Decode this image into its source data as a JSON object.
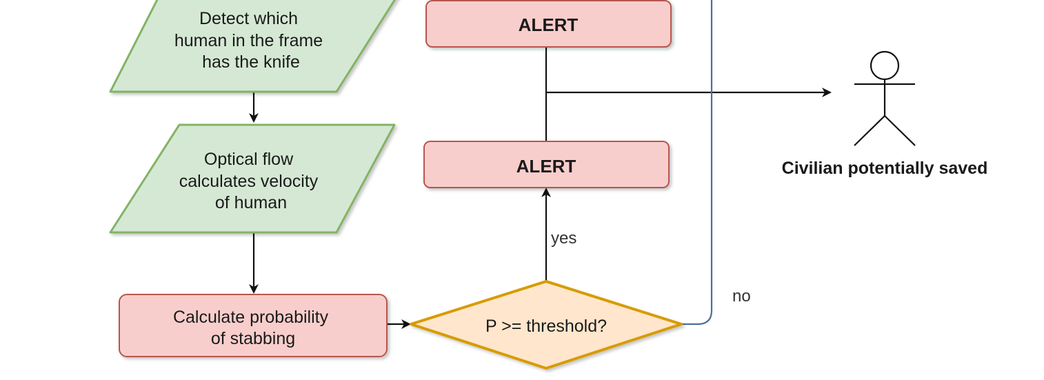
{
  "colors": {
    "green_fill": "#d5e8d4",
    "green_stroke": "#82b366",
    "red_fill": "#f8cecc",
    "red_stroke": "#b85450",
    "diamond_fill": "#ffe6cc",
    "diamond_stroke": "#d79b00",
    "edge": "#111111",
    "loop_edge": "#4a6f99"
  },
  "nodes": {
    "detect": {
      "lines": [
        "Detect which",
        "human in the frame",
        "has the knife"
      ]
    },
    "optical": {
      "lines": [
        "Optical flow",
        "calculates velocity",
        "of human"
      ]
    },
    "calc": {
      "lines": [
        "Calculate probability",
        "of stabbing"
      ]
    },
    "decision": {
      "text": "P >= threshold?"
    },
    "alert_low": {
      "text": "ALERT"
    },
    "alert_top": {
      "text": "ALERT"
    },
    "actor": {
      "label": "Civilian potentially saved"
    }
  },
  "edges": {
    "yes_label": "yes",
    "no_label": "no"
  }
}
